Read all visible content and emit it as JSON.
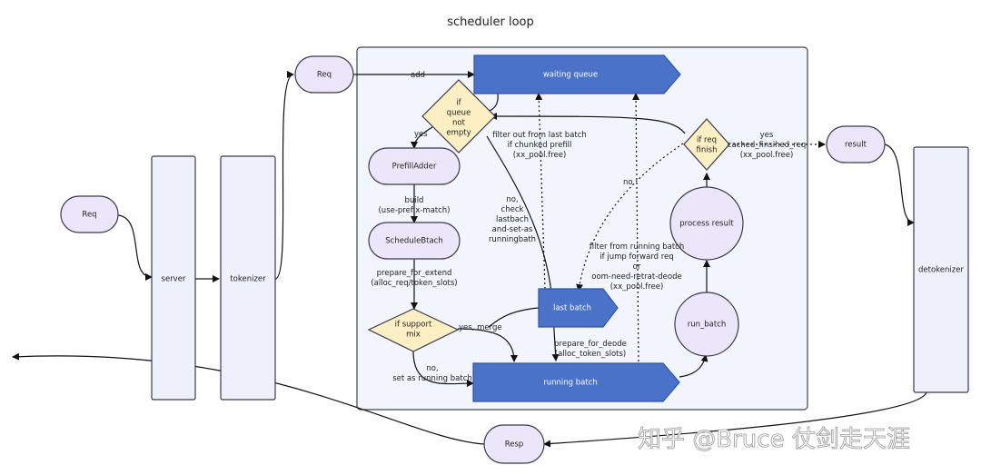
{
  "title": "scheduler loop",
  "nodes": {
    "req_left": "Req",
    "req_top": "Req",
    "server": "server",
    "tokenizer": "tokenizer",
    "waiting_queue": "waiting queue",
    "if_queue_not_empty": [
      "if",
      "queue",
      "not",
      "empty"
    ],
    "prefill_adder": "PrefillAdder",
    "schedule_batch": "ScheduleBtach",
    "if_support_mix": [
      "if support",
      "mix"
    ],
    "last_batch": "last batch",
    "running_batch": "running batch",
    "run_batch": "run_batch",
    "process_result": "process result",
    "if_req_finish": [
      "if req",
      "finish"
    ],
    "result": "result",
    "detokenizer": "detokenizer",
    "resp": "Resp"
  },
  "edge_labels": {
    "add": "add",
    "yes_prefill": "yes",
    "build": [
      "build",
      "(use-prefix-match)"
    ],
    "prepare_for_extend": [
      "prepare_for_extend",
      "(alloc_req/token_slots)"
    ],
    "yes_merge": "yes, merge",
    "no_set_running": [
      "no,",
      "set as running batch"
    ],
    "filter_last_batch": [
      "filter out from last batch",
      "if chunked prefill",
      "(xx_pool.free)"
    ],
    "no_check_lastbach": [
      "no,",
      "check",
      "lastbach",
      "and-set-as",
      "runningbath"
    ],
    "no_finish": "no",
    "filter_running_batch": [
      "filter from running batch",
      "if jump forward req",
      "or",
      "oom-need-retrat-deode",
      "(xx_pool.free)"
    ],
    "prepare_for_decode": [
      "prepare_for_deode",
      "(alloc_token_slots)"
    ],
    "yes_cached": [
      "yes",
      "cached_finsihed_req",
      "(xx_pool.free)"
    ]
  },
  "watermark": "知乎 @Bruce 仗剑走天涯",
  "colors": {
    "lavender_fill": "#ece6fa",
    "lavender_stroke": "#3a3a4a",
    "server_fill": "#eef0fb",
    "blue_fill": "#4a72c8",
    "blue_stroke": "#2f54a8",
    "diamond_fill": "#fbefc3",
    "panel_fill": "#f2f5fd"
  }
}
